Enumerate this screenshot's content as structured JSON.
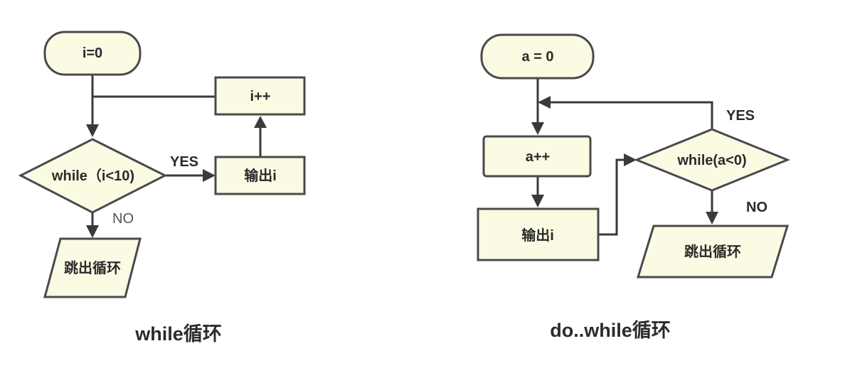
{
  "while_flow": {
    "caption": "while循环",
    "init": "i=0",
    "condition": "while（i<10)",
    "increment": "i++",
    "output": "输出i",
    "exit": "跳出循环",
    "yes": "YES",
    "no": "NO"
  },
  "dowhile_flow": {
    "caption": "do..while循环",
    "init": "a = 0",
    "increment": "a++",
    "output": "输出i",
    "condition": "while(a<0)",
    "exit": "跳出循环",
    "yes": "YES",
    "no": "NO"
  }
}
